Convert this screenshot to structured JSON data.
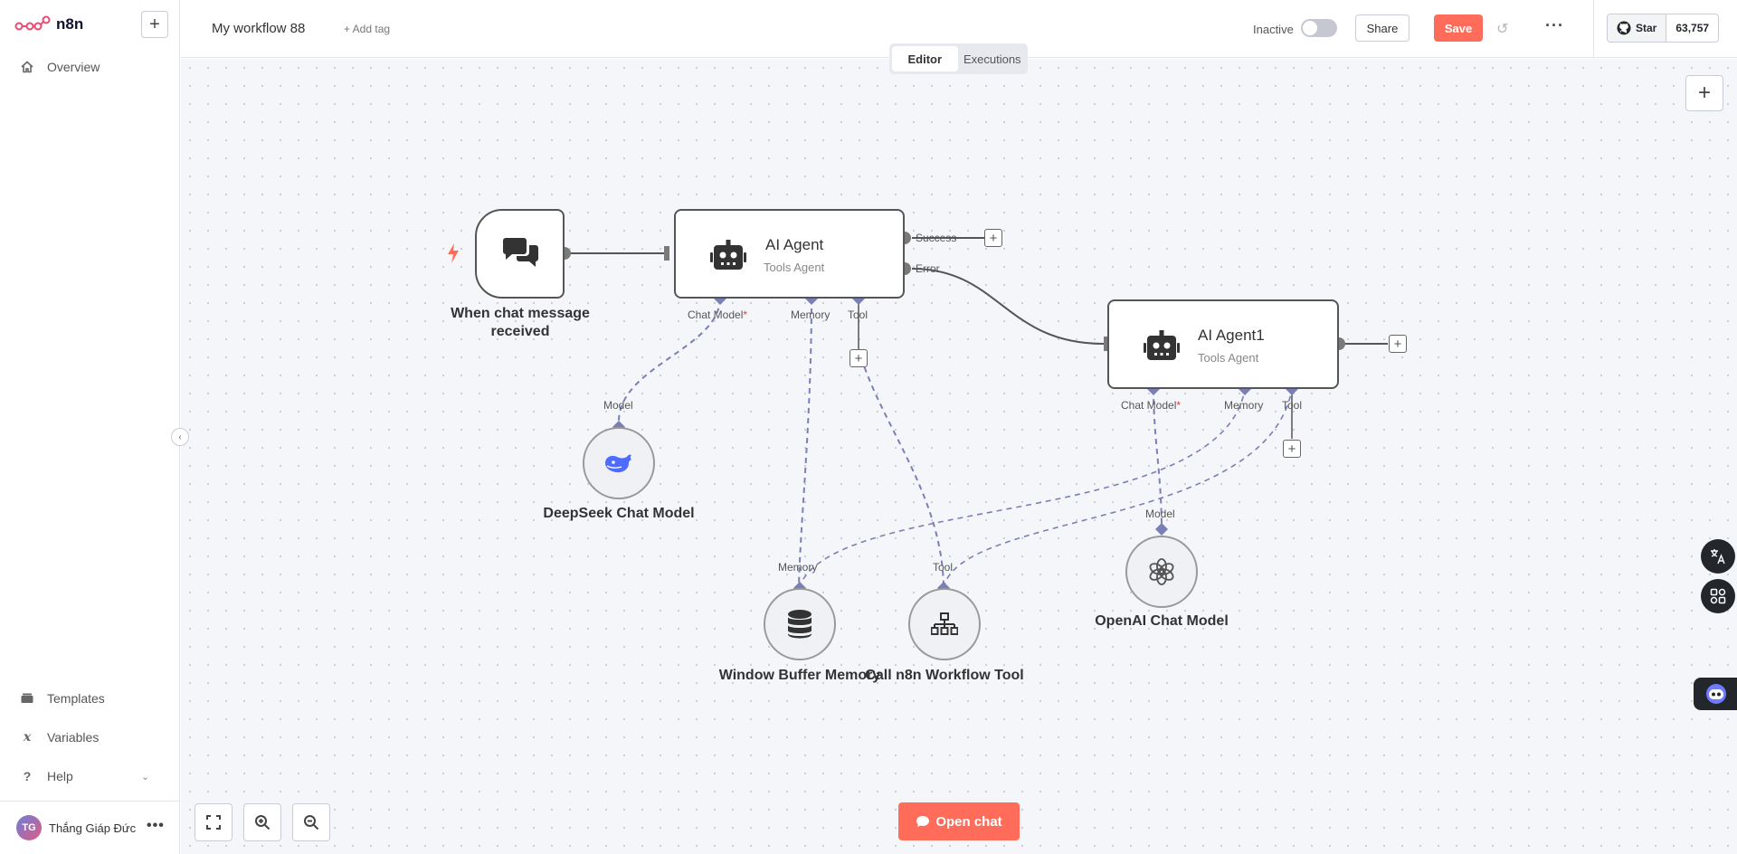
{
  "app": {
    "logo_text": "n8n"
  },
  "sidebar": {
    "items": [
      {
        "label": "Overview",
        "icon": "home-icon"
      },
      {
        "label": "Templates",
        "icon": "templates-icon"
      },
      {
        "label": "Variables",
        "icon": "variables-icon"
      },
      {
        "label": "Help",
        "icon": "help-icon"
      }
    ],
    "user": {
      "initials": "TG",
      "name": "Thắng Giáp Đức"
    }
  },
  "header": {
    "workflow_name": "My workflow 88",
    "add_tag": "+ Add tag",
    "status_label": "Inactive",
    "share_label": "Share",
    "save_label": "Save",
    "github": {
      "star_label": "Star",
      "count": "63,757"
    }
  },
  "tabs": [
    {
      "label": "Editor",
      "active": true
    },
    {
      "label": "Executions",
      "active": false
    }
  ],
  "nodes": {
    "chat_trigger": {
      "label": "When chat message received"
    },
    "ai_agent": {
      "title": "AI Agent",
      "subtitle": "Tools Agent",
      "out_success": "Success",
      "out_error": "Error",
      "port_chat_model": "Chat Model",
      "port_memory": "Memory",
      "port_tool": "Tool"
    },
    "ai_agent1": {
      "title": "AI Agent1",
      "subtitle": "Tools Agent",
      "port_chat_model": "Chat Model",
      "port_memory": "Memory",
      "port_tool": "Tool"
    },
    "deepseek": {
      "label": "DeepSeek Chat Model",
      "port": "Model"
    },
    "memory": {
      "label": "Window Buffer Memory",
      "port": "Memory"
    },
    "workflow_tool": {
      "label": "Call n8n Workflow Tool",
      "port": "Tool"
    },
    "openai": {
      "label": "OpenAI Chat Model",
      "port": "Model"
    }
  },
  "required_mark": "*",
  "canvas": {
    "open_chat_label": "Open chat"
  },
  "colors": {
    "accent": "#ff6d5a",
    "connector": "#7a7fb5",
    "node_border": "#555555"
  }
}
